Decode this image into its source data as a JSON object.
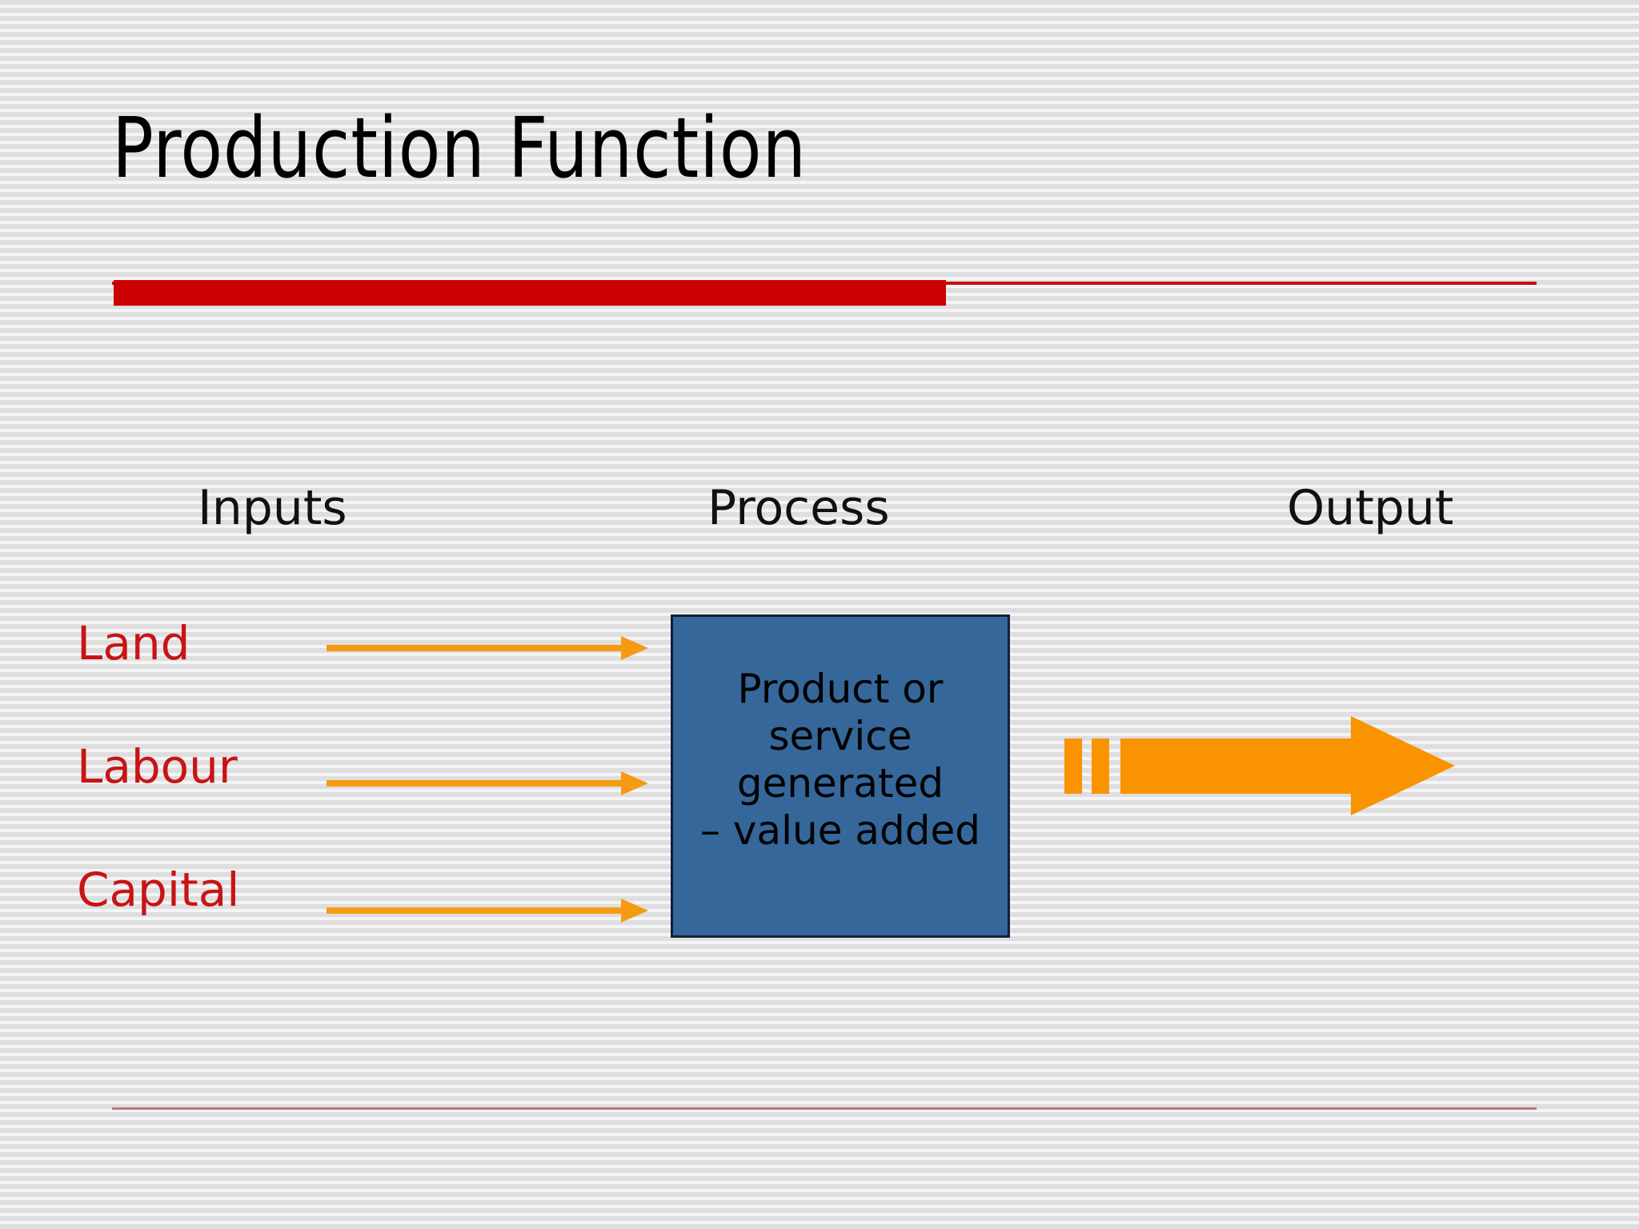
{
  "slide": {
    "title": "Production Function",
    "background_color": "#e2e2e5",
    "accent_color": "#cc0000",
    "arrow_color": "#f59b12",
    "output_arrow_color": "#fa9300",
    "process_box_color": "#35679a",
    "input_label_color": "#c81414"
  },
  "columns": {
    "inputs_header": "Inputs",
    "process_header": "Process",
    "output_header": "Output"
  },
  "inputs": [
    {
      "label": "Land"
    },
    {
      "label": "Labour"
    },
    {
      "label": "Capital"
    }
  ],
  "process": {
    "lines": [
      "Product or",
      "service",
      "generated",
      "– value added"
    ]
  }
}
